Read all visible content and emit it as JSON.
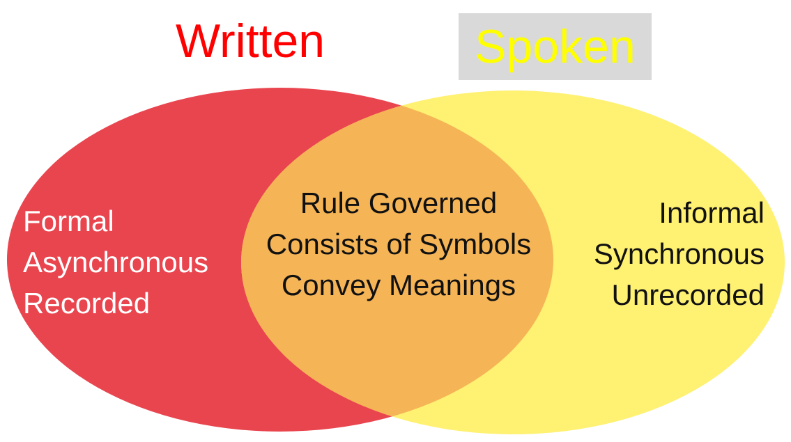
{
  "colors": {
    "left_circle": "#e9454f",
    "right_circle": "#fff172",
    "overlap": "#f5b456",
    "title_left": "#ff0000",
    "title_right": "#ffff00",
    "title_right_bg": "#d9d9d9",
    "left_text": "#ffffff",
    "center_text": "#111111",
    "right_text": "#111111"
  },
  "sets": [
    {
      "title": "Written",
      "items": [
        "Formal",
        "Asynchronous",
        "Recorded"
      ]
    },
    {
      "title": "Spoken",
      "items": [
        "Informal",
        "Synchronous",
        "Unrecorded"
      ]
    }
  ],
  "intersection": {
    "items": [
      "Rule Governed",
      "Consists of Symbols",
      "Convey Meanings"
    ]
  }
}
